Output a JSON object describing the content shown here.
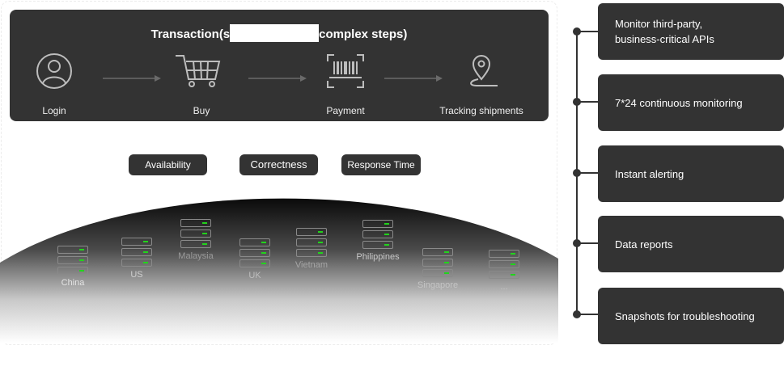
{
  "transaction": {
    "title_start": "Transaction(s",
    "title_end": "complex steps)",
    "steps": [
      {
        "label": "Login",
        "icon": "user-icon"
      },
      {
        "label": "Buy",
        "icon": "shopping-cart-icon"
      },
      {
        "label": "Payment",
        "icon": "barcode-scan-icon"
      },
      {
        "label": "Tracking shipments",
        "icon": "location-pin-icon"
      }
    ]
  },
  "metrics": [
    "Availability",
    "Correctness",
    "Response Time"
  ],
  "locations": [
    "China",
    "US",
    "Malaysia",
    "UK",
    "Vietnam",
    "Philippines",
    "Singapore",
    "..."
  ],
  "features": [
    "Monitor third-party,\nbusiness-critical APIs",
    "7*24 continuous monitoring",
    "Instant alerting",
    "Data reports",
    "Snapshots for troubleshooting"
  ],
  "colors": {
    "panel": "#333333",
    "server_led": "#22d31c",
    "server_outline": "#8a8a8a"
  }
}
